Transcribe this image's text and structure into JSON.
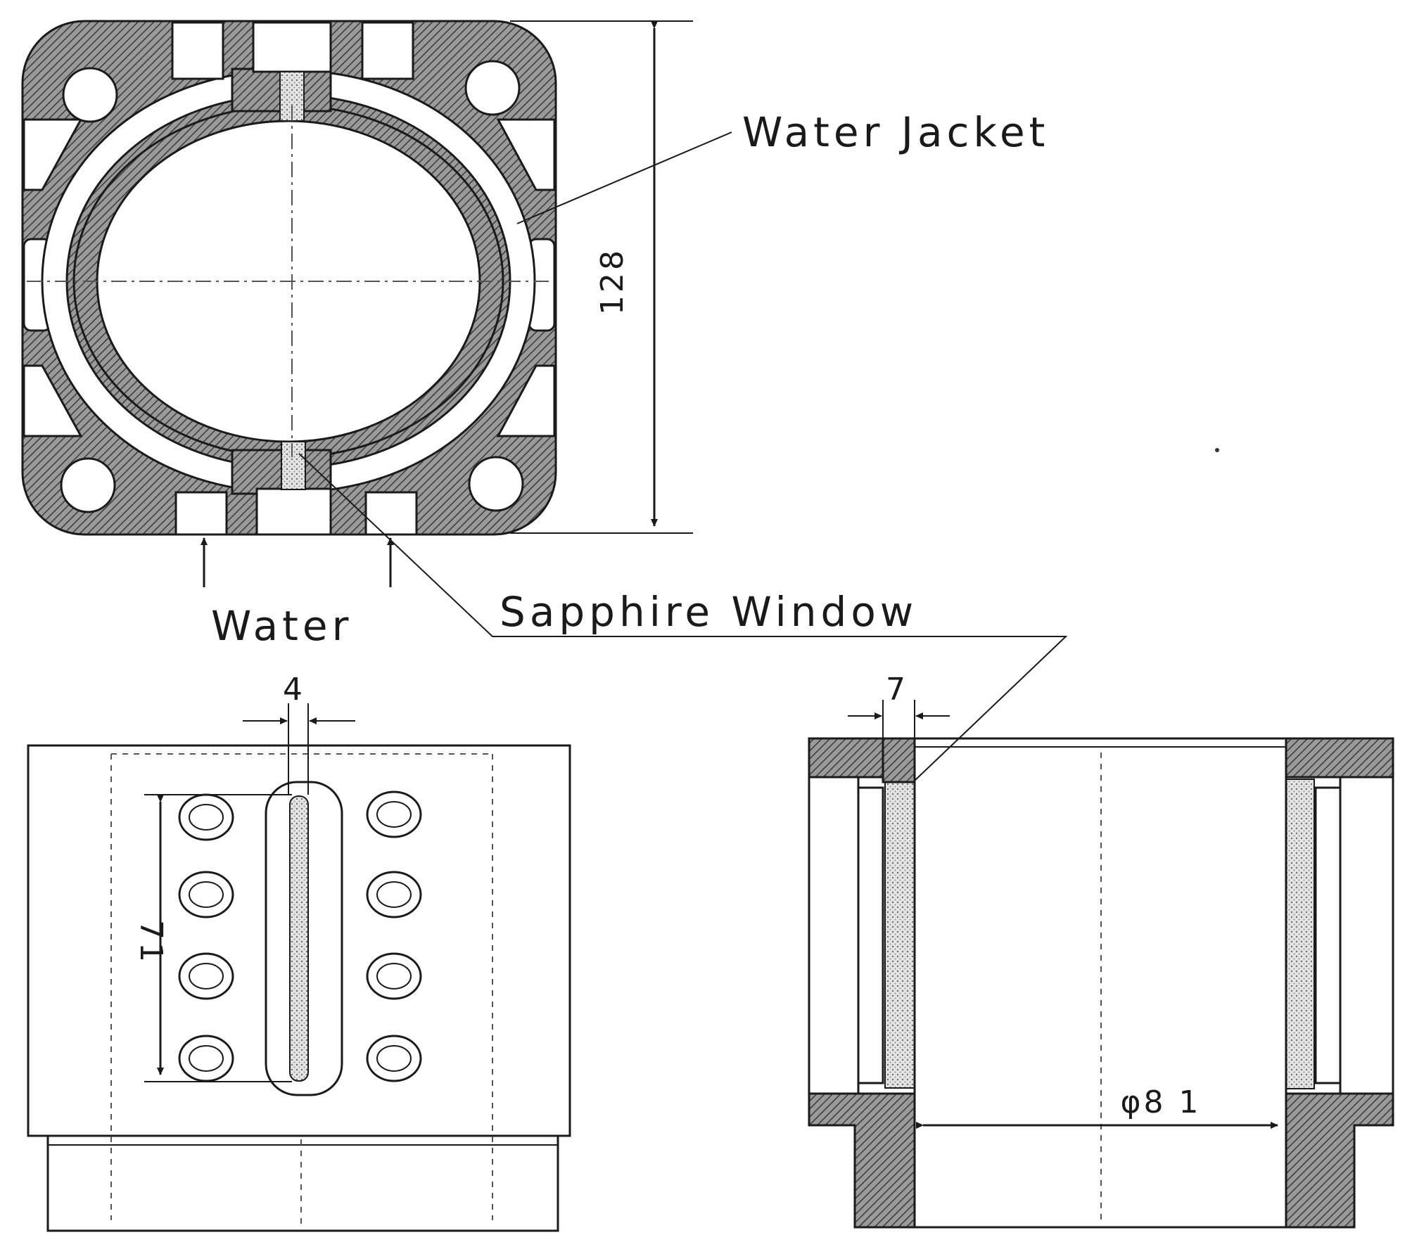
{
  "labels": {
    "water_jacket": "Water Jacket",
    "water": "Water",
    "sapphire_window": "Sapphire Window"
  },
  "dimensions": {
    "height": "128",
    "slot_width": "4",
    "slot_length": "71",
    "window_thickness": "7",
    "bore_diameter": "φ8 1"
  }
}
